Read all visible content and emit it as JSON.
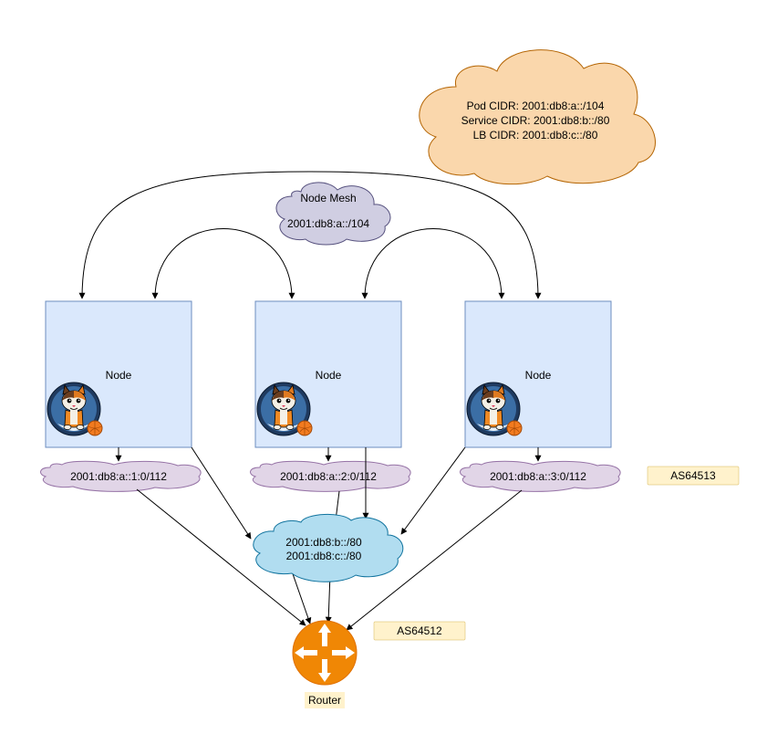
{
  "cidr_cloud": {
    "pod": "Pod CIDR: 2001:db8:a::/104",
    "service": "Service CIDR: 2001:db8:b::/80",
    "lb": "LB CIDR: 2001:db8:c::/80"
  },
  "mesh_cloud": {
    "title": "Node Mesh",
    "cidr": "2001:db8:a::/104"
  },
  "nodes": [
    {
      "label": "Node",
      "pod_cidr": "2001:db8:a::1:0/112"
    },
    {
      "label": "Node",
      "pod_cidr": "2001:db8:a::2:0/112"
    },
    {
      "label": "Node",
      "pod_cidr": "2001:db8:a::3:0/112"
    }
  ],
  "service_cloud": {
    "service": "2001:db8:b::/80",
    "lb": "2001:db8:c::/80"
  },
  "as_labels": {
    "nodes": "AS64513",
    "router": "AS64512"
  },
  "router": {
    "label": "Router"
  },
  "colors": {
    "cidr_cloud_fill": "#fad7ac",
    "cidr_cloud_stroke": "#b46504",
    "mesh_cloud_fill": "#d0cee2",
    "mesh_cloud_stroke": "#56517e",
    "node_fill": "#dae8fc",
    "node_stroke": "#6c8ebf",
    "pod_cloud_fill": "#e1d5e7",
    "pod_cloud_stroke": "#9673a6",
    "service_cloud_fill": "#b1ddf0",
    "service_cloud_stroke": "#10739e",
    "as_fill": "#fff2cc",
    "as_stroke": "#d6b656",
    "router_fill": "#f08705",
    "router_label_bg": "#fff2cc"
  }
}
